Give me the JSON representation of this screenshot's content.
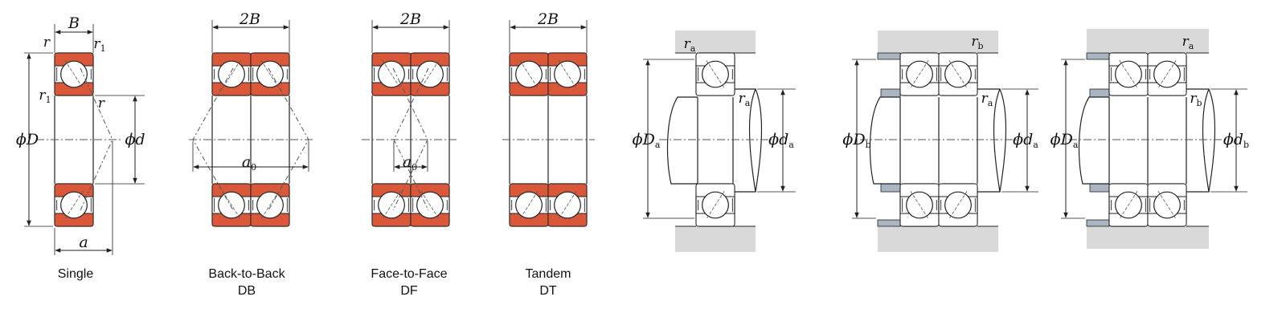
{
  "colors": {
    "ring_fill": "#d9583a",
    "housing_fill": "#d9d9d9",
    "shoulder_fill": "#a9b6c2",
    "stroke": "#222222"
  },
  "captions": {
    "single": "Single",
    "db_line1": "Back-to-Back",
    "db_line2": "DB",
    "df_line1": "Face-to-Face",
    "df_line2": "DF",
    "dt_line1": "Tandem",
    "dt_line2": "DT"
  },
  "dimensions": {
    "width_single": "B",
    "width_pair": "2B",
    "phi": "ϕ",
    "outer_dia": "D",
    "bore_dia": "d",
    "load_center": "a",
    "load_center_pair": "a",
    "load_center_sub": "0",
    "fillet": "r",
    "fillet_1_sub": "1",
    "housing_dia": "D",
    "shaft_dia": "d",
    "sub_a": "a",
    "sub_b": "b"
  }
}
